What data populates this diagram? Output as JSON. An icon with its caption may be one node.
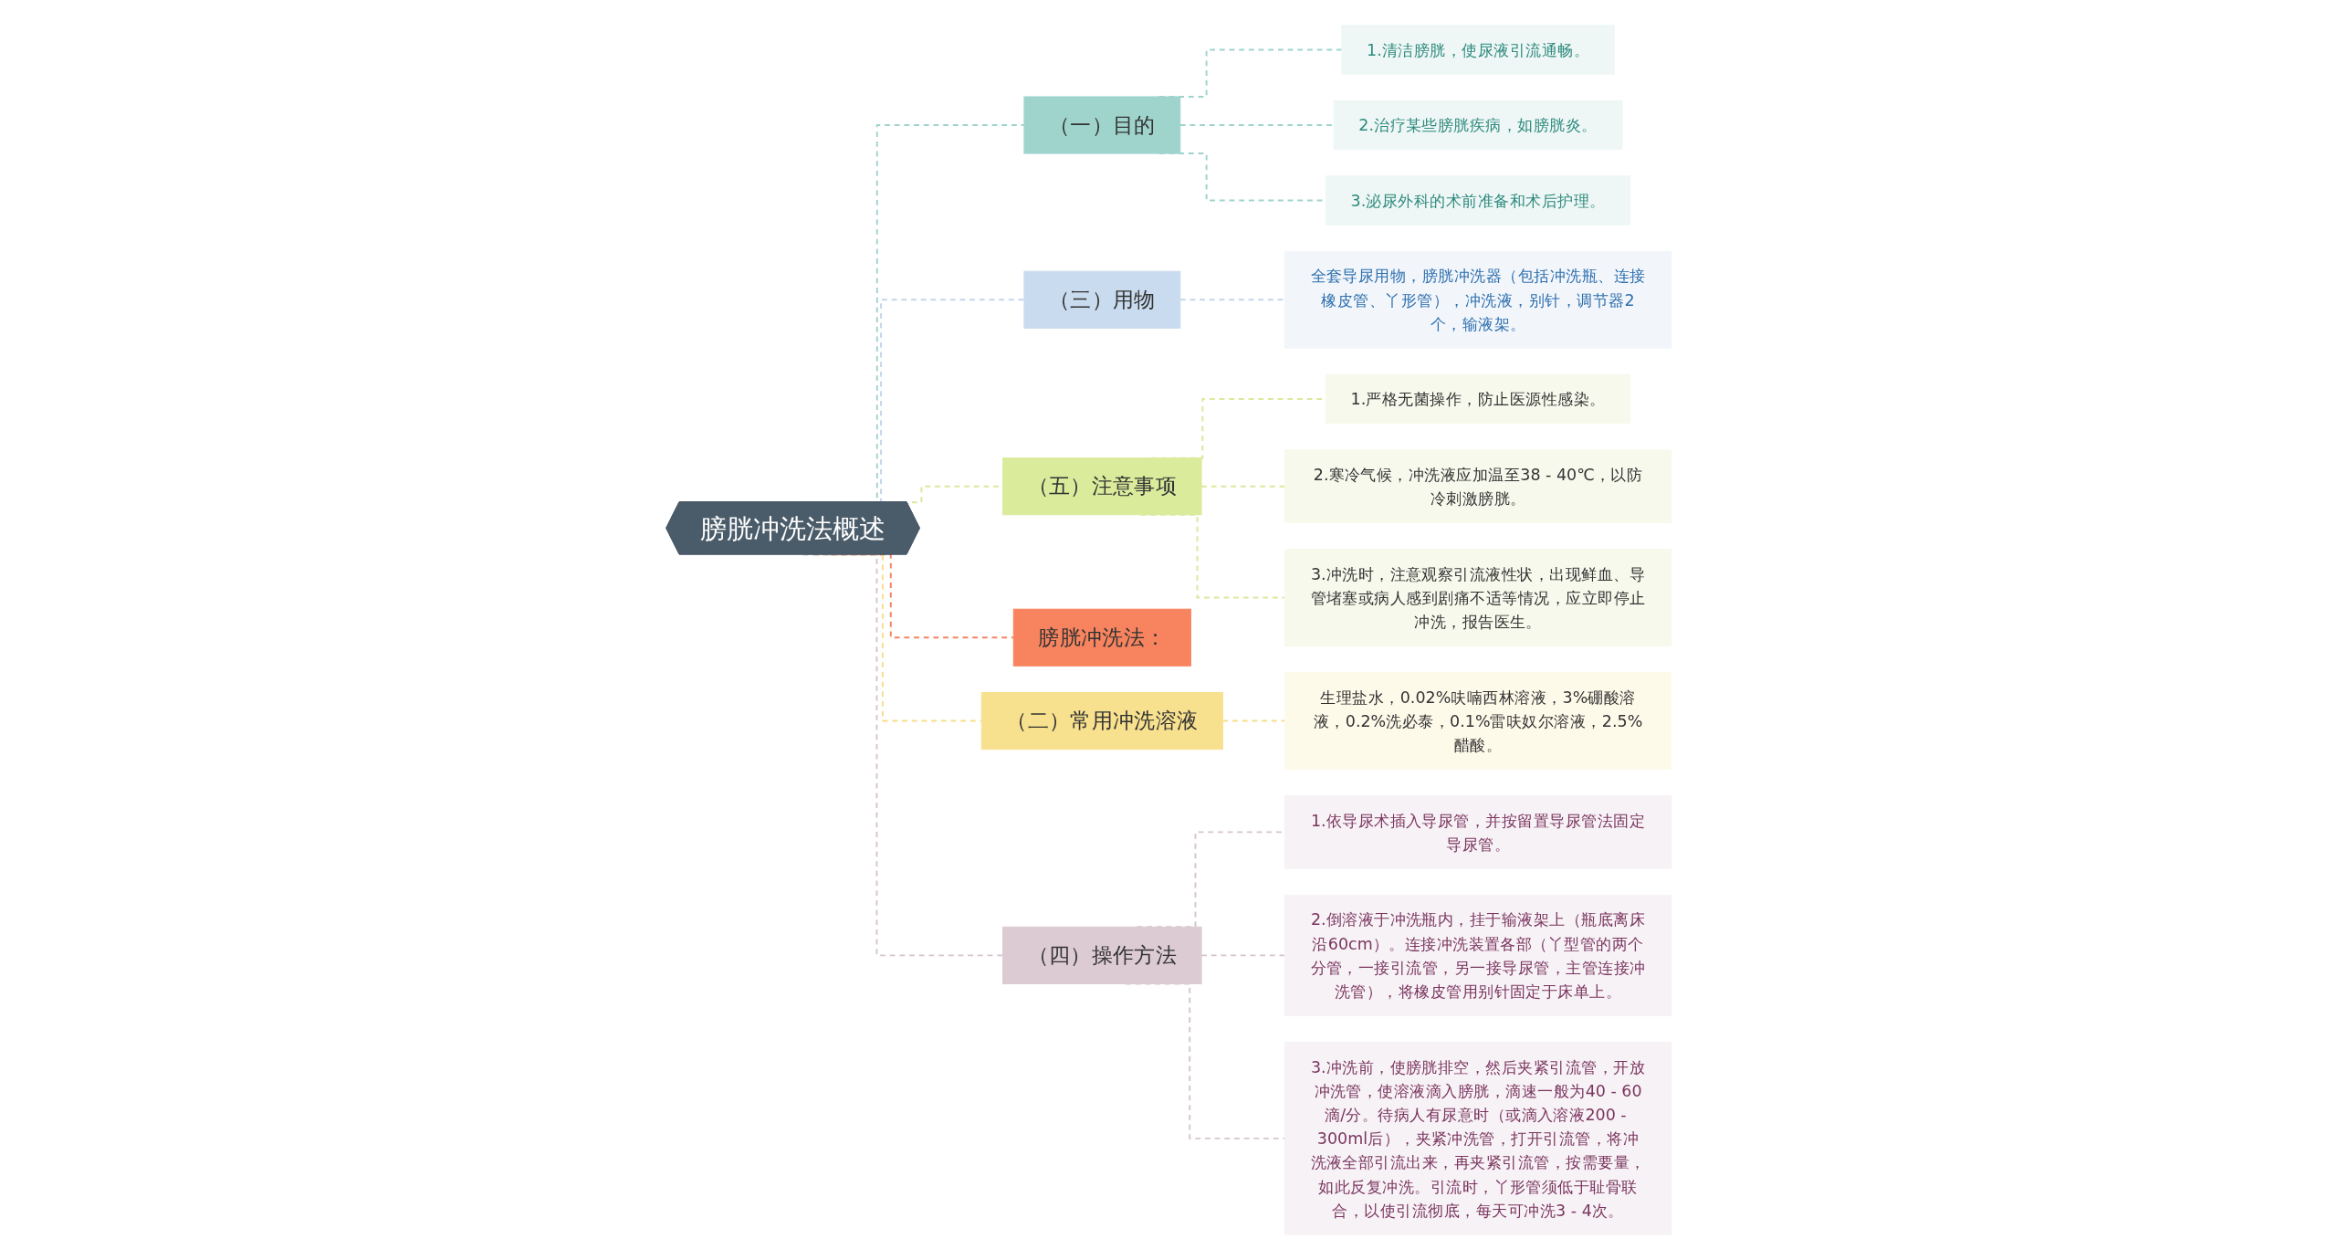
{
  "diagram": {
    "nodes": [
      {
        "text": [
          "膀胱冲洗法概述"
        ]
      },
      {
        "text": [
          "（一）目的"
        ]
      },
      {
        "text": [
          "1.清洁膀胱，使尿液引流通畅。"
        ]
      },
      {
        "text": [
          "2.治疗某些膀胱疾病，如膀胱炎。"
        ]
      },
      {
        "text": [
          "3.泌尿外科的术前准备和术后护理。"
        ]
      },
      {
        "text": [
          "（三）用物"
        ]
      },
      {
        "text": [
          "全套导尿用物，膀胱冲洗器（包括冲洗瓶、连接橡皮管、丫形管），冲洗液，别针，调节器2个，输液架。"
        ]
      },
      {
        "text": [
          "（五）注意事项"
        ]
      },
      {
        "text": [
          "1.严格无菌操作，防止医源性感染。"
        ]
      },
      {
        "text": [
          "2.寒冷气候，冲洗液应加温至38 - 40℃，以防冷刺激膀胱。"
        ]
      },
      {
        "text": [
          "3.冲洗时，注意观察引流液性状，出现鲜血、导管堵塞或病人感到剧痛不适等情况，应立即停止冲洗，报告医生。"
        ]
      },
      {
        "text": [
          "膀胱冲洗法："
        ]
      },
      {
        "text": [
          "（二）常用冲洗溶液"
        ]
      },
      {
        "text": [
          "生理盐水，0.02%呋喃西林溶液，3%硼酸溶液，0.2%洗必泰，0.1%雷呋奴尔溶液，2.5%醋酸。"
        ]
      },
      {
        "text": [
          "（四）操作方法"
        ]
      },
      {
        "text": [
          "1.依导尿术插入导尿管，并按留置导尿管法固定导尿管。"
        ]
      },
      {
        "text": [
          "2.倒溶液于冲洗瓶内，挂于输液架上（瓶底离床沿60cm）。连接冲洗装置各部（丫型管的两个分管，一接引流管，另一接导尿管，主管连接冲洗管），将橡皮管用别针固定于床单上。"
        ]
      },
      {
        "text": [
          "3.冲洗前，使膀胱排空，然后夹紧引流管，开放冲洗管，使溶液滴入膀胱，滴速一般为40 - 60滴/分。待病人有尿意时（或滴入溶液200 - 300ml后），夹紧冲洗管，打开引流管，将冲洗液全部引流出来，再夹紧引流管，按需要量，如此反复冲洗。引流时，丫形管须低于耻骨联合，以使引流彻底，每天可冲洗3 - 4次。"
        ]
      }
    ],
    "edges": [
      {
        "from": 0,
        "to": 1,
        "arrow": "none",
        "style": "dashed",
        "color": "#9fd4cd"
      },
      {
        "from": 1,
        "to": 2,
        "arrow": "none",
        "style": "dashed",
        "color": "#9fd4cd"
      },
      {
        "from": 1,
        "to": 3,
        "arrow": "none",
        "style": "dashed",
        "color": "#9fd4cd"
      },
      {
        "from": 1,
        "to": 4,
        "arrow": "none",
        "style": "dashed",
        "color": "#9fd4cd"
      },
      {
        "from": 0,
        "to": 5,
        "arrow": "none",
        "style": "dashed",
        "color": "#c4d6ea"
      },
      {
        "from": 5,
        "to": 6,
        "arrow": "none",
        "style": "dashed",
        "color": "#c4d6ea"
      },
      {
        "from": 0,
        "to": 7,
        "arrow": "none",
        "style": "dashed",
        "color": "#d9e99a"
      },
      {
        "from": 7,
        "to": 8,
        "arrow": "none",
        "style": "dashed",
        "color": "#d9e99a"
      },
      {
        "from": 7,
        "to": 9,
        "arrow": "none",
        "style": "dashed",
        "color": "#d9e99a"
      },
      {
        "from": 7,
        "to": 10,
        "arrow": "none",
        "style": "dashed",
        "color": "#d9e99a"
      },
      {
        "from": 0,
        "to": 11,
        "arrow": "none",
        "style": "dashed",
        "color": "#f4845f"
      },
      {
        "from": 0,
        "to": 12,
        "arrow": "none",
        "style": "dashed",
        "color": "#f6de8a"
      },
      {
        "from": 12,
        "to": 13,
        "arrow": "none",
        "style": "dashed",
        "color": "#f6de8a"
      },
      {
        "from": 0,
        "to": 14,
        "arrow": "none",
        "style": "dashed",
        "color": "#d6c4cd"
      },
      {
        "from": 14,
        "to": 15,
        "arrow": "none",
        "style": "dashed",
        "color": "#d6c4cd"
      },
      {
        "from": 14,
        "to": 16,
        "arrow": "none",
        "style": "dashed",
        "color": "#d6c4cd"
      },
      {
        "from": 14,
        "to": 17,
        "arrow": "none",
        "style": "dashed",
        "color": "#d6c4cd"
      }
    ]
  }
}
